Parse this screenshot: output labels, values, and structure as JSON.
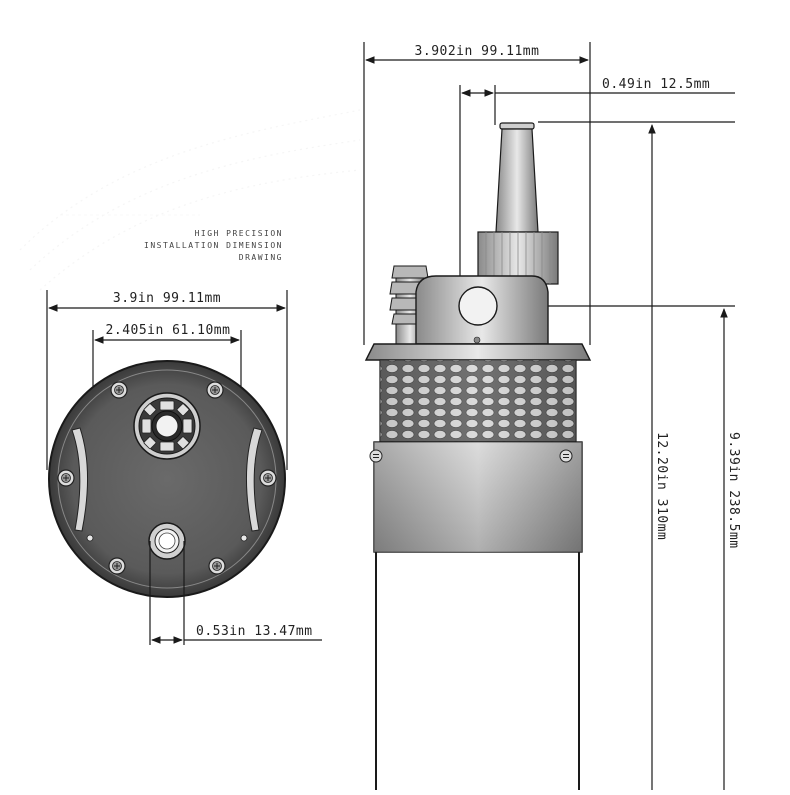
{
  "caption": {
    "line1": "HIGH PRECISION",
    "line2": "INSTALLATION DIMENSION",
    "line3": "DRAWING"
  },
  "front_view": {
    "overall_width": "3.9in 99.11mm",
    "bolt_spacing": "2.405in 61.10mm",
    "outlet_diameter": "0.53in 13.47mm"
  },
  "side_view": {
    "overall_width": "3.902in 99.11mm",
    "inlet_diameter": "0.49in 12.5mm",
    "total_height": "12.20in 310mm",
    "body_height": "9.39in 238.5mm"
  },
  "colors": {
    "line": "#1a1a1a",
    "fill_dark": "#2a2a2a",
    "fill_mid": "#9a9a9a",
    "fill_light": "#e0e0e0"
  }
}
